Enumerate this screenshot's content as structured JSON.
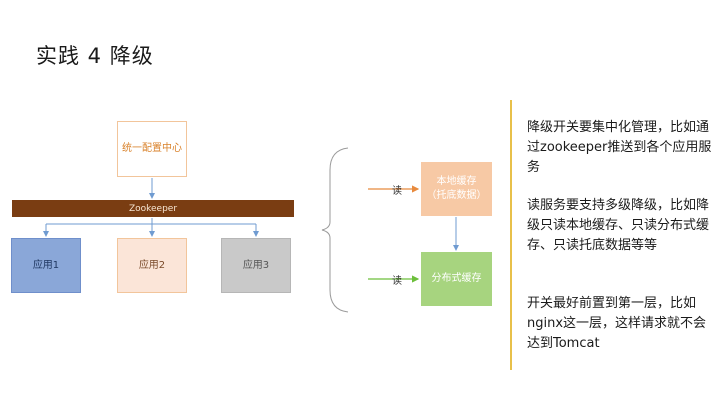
{
  "title": "实践 4 降级",
  "diagram": {
    "config_center": "统一配置中心",
    "zookeeper": "Zookeeper",
    "apps": [
      "应用1",
      "应用2",
      "应用3"
    ],
    "local_cache_line1": "本地缓存",
    "local_cache_line2": "（托底数据）",
    "dist_cache": "分布式缓存",
    "read_label_1": "读",
    "read_label_2": "读"
  },
  "notes": {
    "p1": "降级开关要集中化管理，比如通过zookeeper推送到各个应用服务",
    "p2": "读服务要支持多级降级，比如降级只读本地缓存、只读分布式缓存、只读托底数据等等",
    "p3": "开关最好前置到第一层，比如nginx这一层，这样请求就不会达到Tomcat"
  },
  "colors": {
    "accent_line": "#e8c04a",
    "zookeeper_bar": "#7a3d12",
    "arrow_blue": "#6f9bd1",
    "arrow_orange": "#e88a3d",
    "arrow_green": "#6cbf3b"
  }
}
